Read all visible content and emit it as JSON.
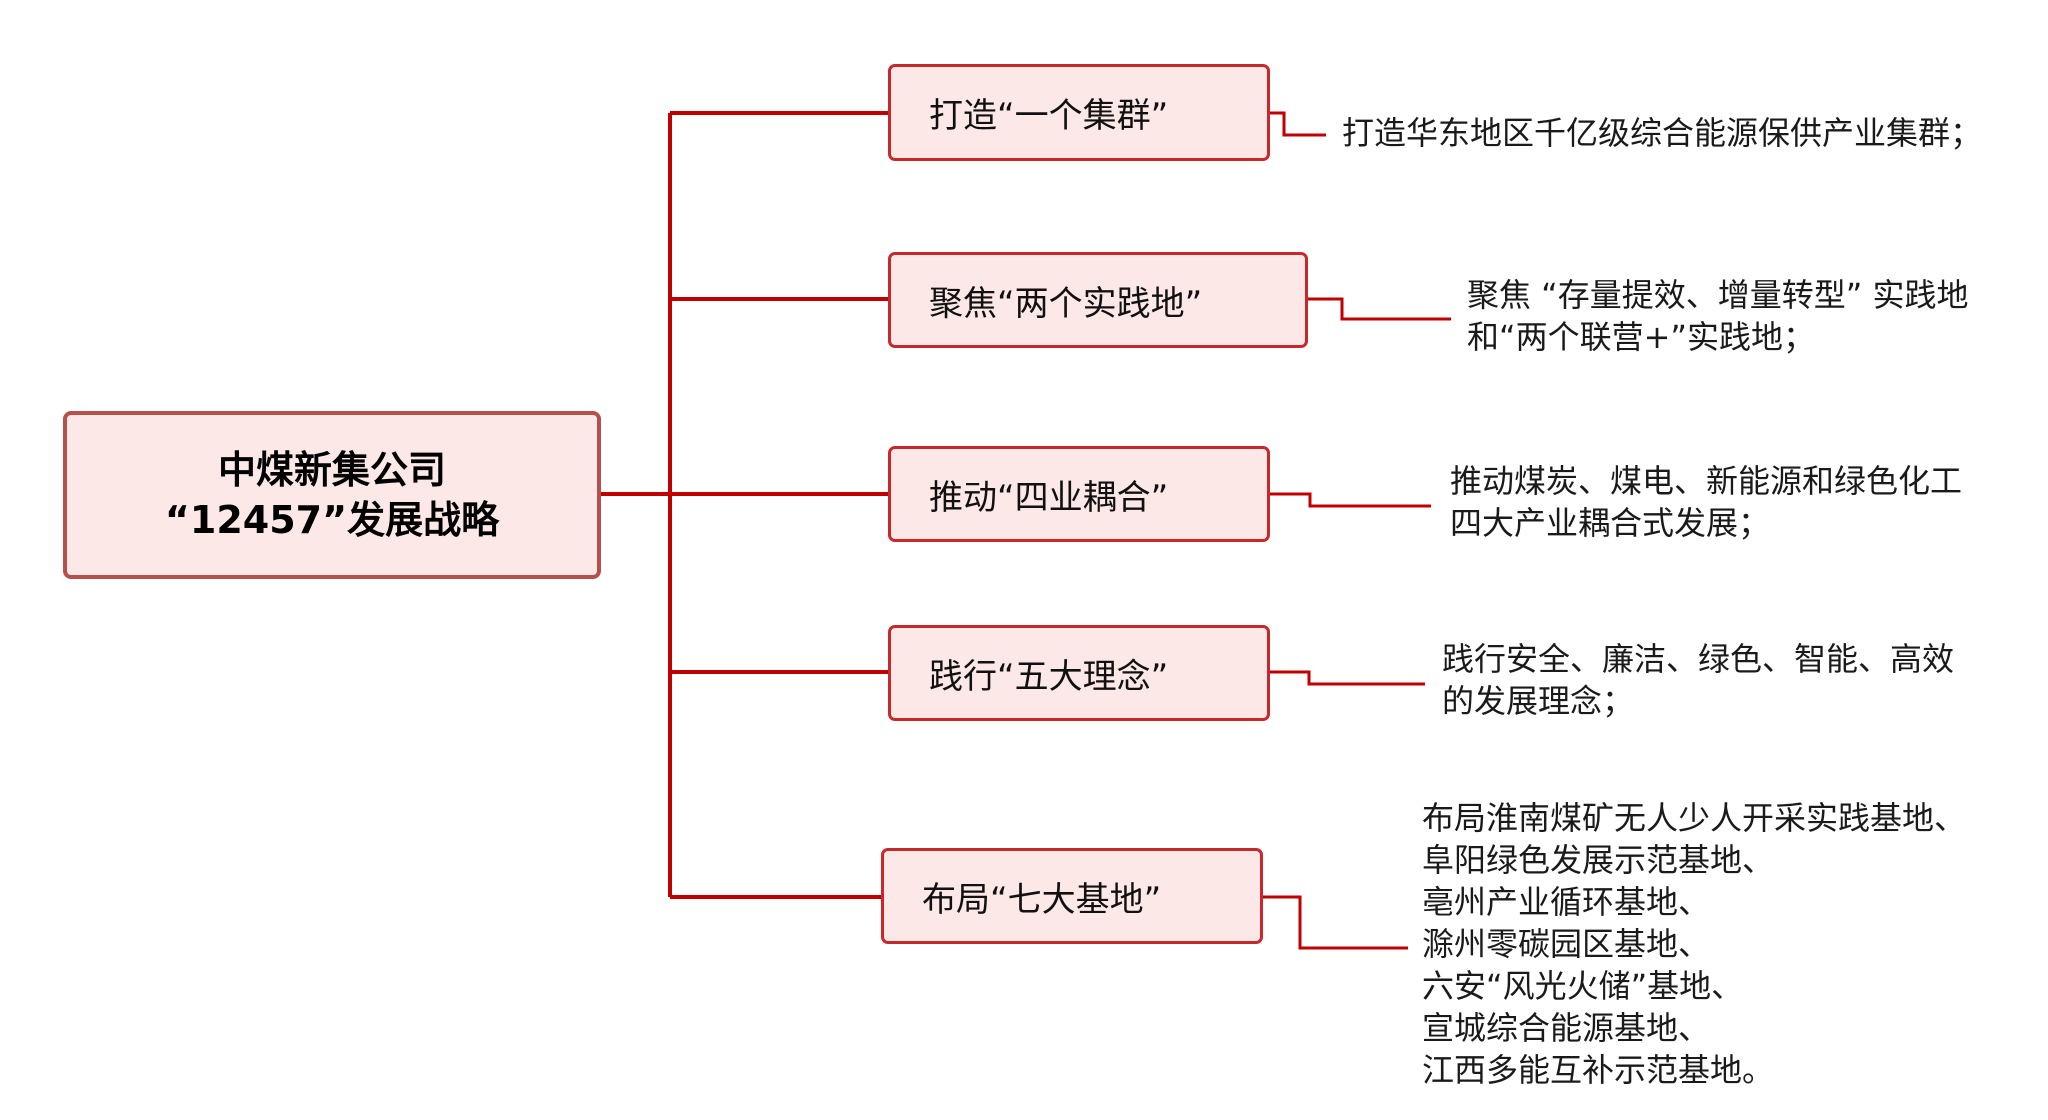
{
  "root": {
    "line1": "中煤新集公司",
    "line2": "“12457”发展战略"
  },
  "branches": [
    {
      "label": "打造“一个集群”",
      "desc": [
        "打造华东地区千亿级综合能源保供产业集群；"
      ]
    },
    {
      "label": "聚焦“两个实践地”",
      "desc": [
        "聚焦 “存量提效、增量转型” 实践地",
        "和“两个联营+”实践地；"
      ]
    },
    {
      "label": "推动“四业耦合”",
      "desc": [
        "推动煤炭、煤电、新能源和绿色化工",
        "四大产业耦合式发展；"
      ]
    },
    {
      "label": "践行“五大理念”",
      "desc": [
        "践行安全、廉洁、绿色、智能、高效",
        "的发展理念；"
      ]
    },
    {
      "label": "布局“七大基地”",
      "desc": [
        "布局淮南煤矿无人少人开采实践基地、",
        "阜阳绿色发展示范基地、",
        "亳州产业循环基地、",
        "滁州零碳园区基地、",
        "六安“风光火储”基地、",
        "宣城综合能源基地、",
        "江西多能互补示范基地。"
      ]
    }
  ],
  "colors": {
    "line": "#c00000",
    "node_border": "#c8282b",
    "node_fill": "#fce8e7",
    "root_border": "#b5504a"
  }
}
